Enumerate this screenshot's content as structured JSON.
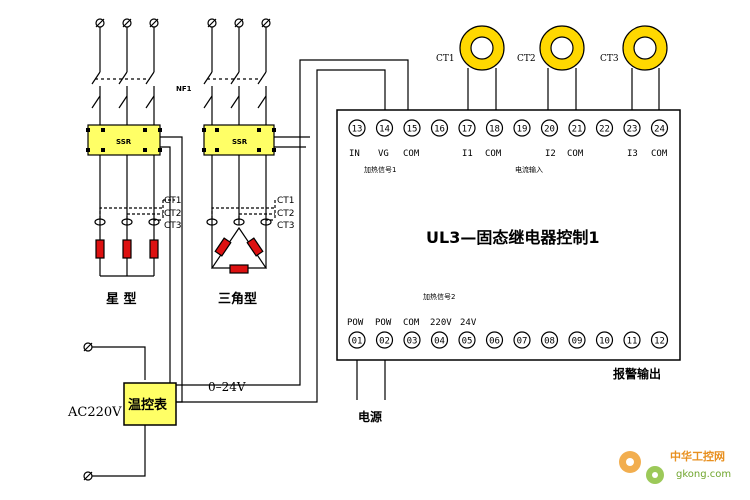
{
  "left_top": {
    "nf1": "NF1",
    "ssr": "SSR",
    "ct_labels": [
      "CT1",
      "CT2",
      "CT3"
    ],
    "star_label": "星 型",
    "delta_label": "三角型"
  },
  "ac_source": {
    "voltage": "AC220V",
    "controller": "温控表",
    "output_range": "0–24V"
  },
  "current_transformers": [
    "CT1",
    "CT2",
    "CT3"
  ],
  "module": {
    "title": "UL3—固态继电器控制1",
    "top_terminals": [
      "13",
      "14",
      "15",
      "16",
      "17",
      "18",
      "19",
      "20",
      "21",
      "22",
      "23",
      "24"
    ],
    "top_labels": {
      "in": "IN",
      "vg": "VG",
      "com1": "COM",
      "i1": "I1",
      "com2": "COM",
      "i2": "I2",
      "com3": "COM",
      "i3": "I3",
      "com4": "COM"
    },
    "heating_signal_1": "加热信号1",
    "current_input": "电流输入",
    "heating_signal_2": "加热信号2",
    "bottom_terminals": [
      "01",
      "02",
      "03",
      "04",
      "05",
      "06",
      "07",
      "08",
      "09",
      "10",
      "11",
      "12"
    ],
    "bottom_labels": {
      "pow1": "POW",
      "pow2": "POW",
      "com": "COM",
      "v220": "220V",
      "v24": "24V"
    }
  },
  "power_label": "电源",
  "alarm_label": "报警输出",
  "watermark": {
    "cn": "中华工控网",
    "url": "gkong.com"
  },
  "colors": {
    "box_fill": "#ffff66",
    "heater": "#dd1111",
    "ct_ring": "#ffd800",
    "module_border": "#000000"
  }
}
